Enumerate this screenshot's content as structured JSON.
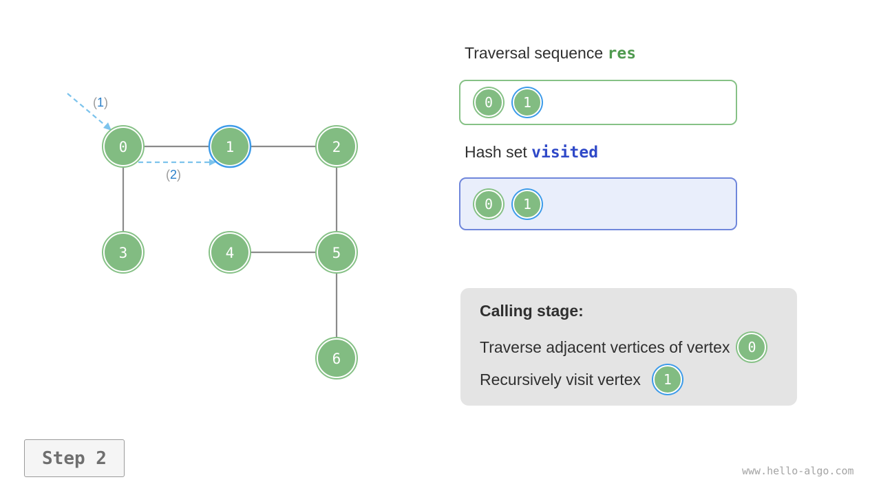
{
  "graph": {
    "vertices": [
      "0",
      "1",
      "2",
      "3",
      "4",
      "5",
      "6"
    ],
    "annotation_step1": "(1)",
    "annotation_step2": "(2)"
  },
  "res": {
    "title_prefix": "Traversal sequence ",
    "title_code": "res",
    "items": [
      "0",
      "1"
    ]
  },
  "visited": {
    "title_prefix": "Hash set ",
    "title_code": "visited",
    "items": [
      "0",
      "1"
    ]
  },
  "stage": {
    "title": "Calling stage:",
    "line1_text": "Traverse adjacent vertices of vertex",
    "line1_vertex": "0",
    "line2_text": "Recursively visit vertex",
    "line2_vertex": "1"
  },
  "step_label": "Step 2",
  "watermark": "www.hello-algo.com",
  "colors": {
    "node_fill": "#82bc82",
    "node_ring": "#86c186",
    "highlight_ring": "#3d9be9",
    "edge": "#8a8a8a",
    "arrow": "#7cc3ec",
    "res_code": "#4f9a4f",
    "visited_code": "#2f49c8"
  }
}
